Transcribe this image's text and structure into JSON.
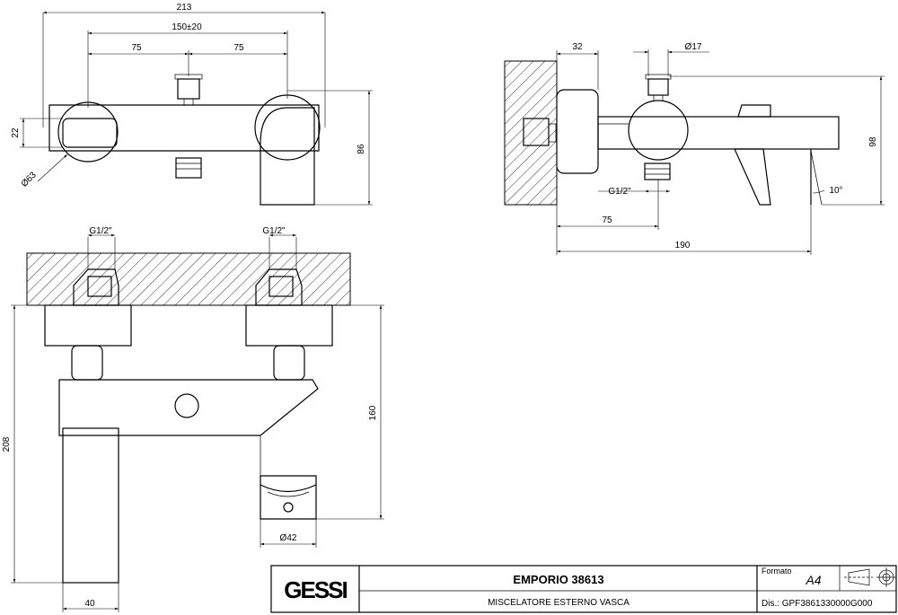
{
  "dimensions": {
    "overall_width": "213",
    "center_distance": "150±20",
    "half_left": "75",
    "half_right": "75",
    "height_22": "22",
    "height_86": "86",
    "dia_63": "Ø63",
    "depth_32": "32",
    "dia_17": "Ø17",
    "height_98": "98",
    "thread_side": "G1/2\"",
    "angle": "10°",
    "offset_75": "75",
    "length_190": "190",
    "thread_left": "G1/2\"",
    "thread_right": "G1/2\"",
    "height_208": "208",
    "height_160": "160",
    "dia_42": "Ø42",
    "width_40": "40"
  },
  "title_block": {
    "logo": "GESSI",
    "model": "EMPORIO 38613",
    "description": "MISCELATORE ESTERNO VASCA",
    "format_label": "Formato",
    "format_value": "A4",
    "drawing_number": "Dis.: GPF3861330000G000"
  }
}
